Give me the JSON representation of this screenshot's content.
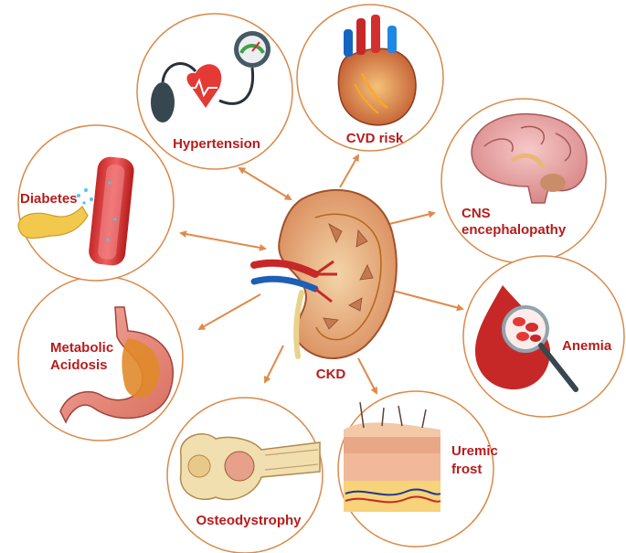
{
  "center": {
    "label": "CKD"
  },
  "nodes": [
    {
      "id": "hypertension",
      "label": "Hypertension",
      "icon": "blood-pressure-heart-icon"
    },
    {
      "id": "cvd",
      "label": "CVD risk",
      "icon": "heart-icon"
    },
    {
      "id": "cns_line1",
      "label": "CNS"
    },
    {
      "id": "cns_line2",
      "label": "encephalopathy"
    },
    {
      "id": "anemia",
      "label": "Anemia",
      "icon": "blood-drop-magnifier-icon"
    },
    {
      "id": "uremic_line1",
      "label": "Uremic"
    },
    {
      "id": "uremic_line2",
      "label": "frost"
    },
    {
      "id": "osteo",
      "label": "Osteodystrophy",
      "icon": "bone-icon"
    },
    {
      "id": "metabolic_line1",
      "label": "Metabolic"
    },
    {
      "id": "metabolic_line2",
      "label": "Acidosis"
    },
    {
      "id": "diabetes",
      "label": "Diabetes",
      "icon": "pancreas-vessel-icon"
    }
  ],
  "colors": {
    "ring": "#d98a4a",
    "arrow": "#e08a4a",
    "label": "#b71c1c"
  }
}
